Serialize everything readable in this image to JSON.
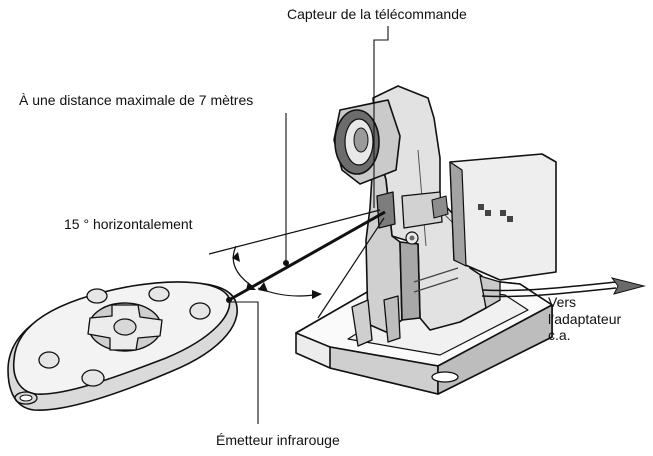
{
  "labels": {
    "sensor": "Capteur de la télécommande",
    "distance": "À une distance maximale de 7 mètres",
    "angle": "15 ° horizontalement",
    "emitter": "Émetteur infrarouge",
    "adapter_line1": "Vers",
    "adapter_line2": "l’adaptateur",
    "adapter_line3": "c.a."
  },
  "colors": {
    "ink": "#111111",
    "body_light": "#f4f4f4",
    "body_mid": "#d9d9d9",
    "body_dark": "#9a9a9a",
    "shadow": "#6c6c6c",
    "sensor": "#7d7d7d"
  }
}
